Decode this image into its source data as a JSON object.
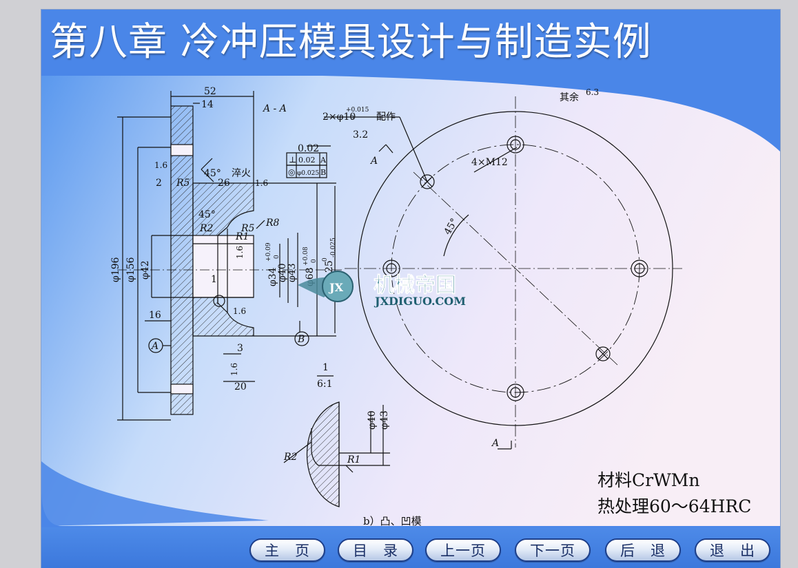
{
  "slide": {
    "title": "第八章 冷冲压模具设计与制造实例"
  },
  "drawing": {
    "labels": {
      "dim_52": "52",
      "dim_14": "14",
      "section": "A - A",
      "holes": "2×φ10",
      "tol_upper": "+0.015",
      "tol_lower": "0",
      "fit": "配作",
      "rough_32": "3.2",
      "note_other": "其余",
      "rough_63": "6.3",
      "view_a": "A",
      "gdt_top": "0.02",
      "gdt_perp": "⊥",
      "gdt_perp_val": "0.02",
      "gdt_perp_ref": "A",
      "gdt_conc": "◎",
      "gdt_conc_val": "φ0.025",
      "gdt_conc_ref": "B",
      "rough_16a": "1.6",
      "two": "2",
      "r5": "R5",
      "ang45a": "45°",
      "dim_26": "26",
      "quench": "淬火",
      "rough_16b": "1.6",
      "ang45b": "45°",
      "r8": "R8",
      "r2": "R2",
      "r5b": "R5",
      "r1": "R1",
      "rough_16c": "1.6",
      "d196": "φ196",
      "d156": "φ156",
      "d42": "φ42",
      "d34": "φ34",
      "d34_tol": "+0.09",
      "d34_tol_low": "0",
      "d40": "φ40",
      "d43": "φ43",
      "d68": "φ68",
      "d68_tol": "+0.08",
      "d68_tol_low": "0",
      "d25": "25",
      "d25_tol": "0",
      "d25_tol_low": "-0.025",
      "detail_1": "1",
      "m12": "4×M12",
      "ang45c": "45°",
      "dim_16": "16",
      "rough_16d": "1.6",
      "circ_a": "A",
      "circ_b": "B",
      "dim_3": "3",
      "rough_16e": "1.6",
      "dim_20": "20",
      "scale_num": "1",
      "scale": "6:1",
      "det_d40": "φ40",
      "det_d43": "φ43",
      "det_r2": "R2",
      "det_r1": "R1",
      "view_a2": "A",
      "logo_cn": "机械帝国",
      "logo_en": "JXDIGUO.COM",
      "logo_mark": "JX"
    },
    "material": "材料CrWMn",
    "heat_treatment": "热处理60～64HRC",
    "caption": "b）凸、凹模"
  },
  "nav": {
    "home": "主　页",
    "contents": "目　录",
    "prev": "上一页",
    "next": "下一页",
    "back": "后　退",
    "exit": "退　出"
  },
  "colors": {
    "slide_blue": "#4a86e8",
    "panel_light": "#f3eefa",
    "button_border": "#1e3f8a"
  }
}
